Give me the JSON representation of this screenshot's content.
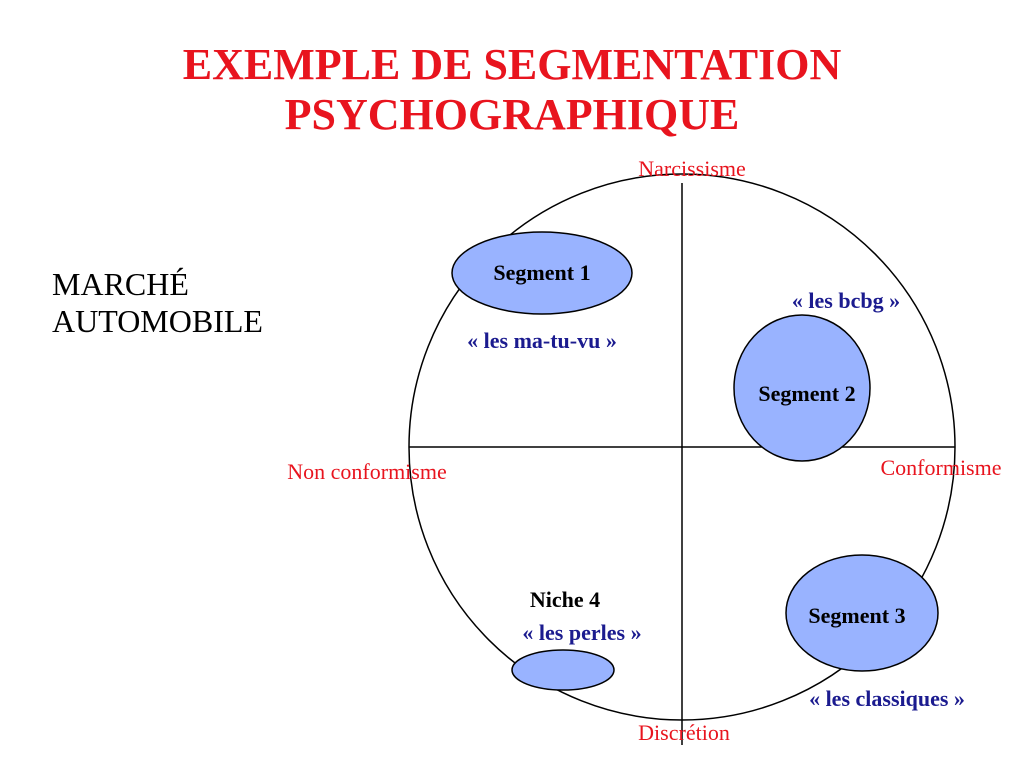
{
  "title": {
    "line1": "EXEMPLE DE SEGMENTATION",
    "line2": "PSYCHOGRAPHIQUE"
  },
  "subject": {
    "line1": "MARCHÉ",
    "line2": "AUTOMOBILE"
  },
  "axes": {
    "top": "Narcissisme",
    "bottom": "Discrétion",
    "left": "Non conformisme",
    "right": "Conformisme"
  },
  "segments": [
    {
      "label": "Segment 1",
      "nickname": "« les ma-tu-vu »"
    },
    {
      "label": "Segment 2",
      "nickname": "« les bcbg »"
    },
    {
      "label": "Segment 3",
      "nickname": "« les classiques »"
    },
    {
      "label": "Niche 4",
      "nickname": "« les perles »"
    }
  ],
  "colors": {
    "title": "#e8141e",
    "axis_label": "#e8141e",
    "segment_fill": "#99b3ff",
    "nickname": "#1b1b8f",
    "lines": "#000000"
  }
}
